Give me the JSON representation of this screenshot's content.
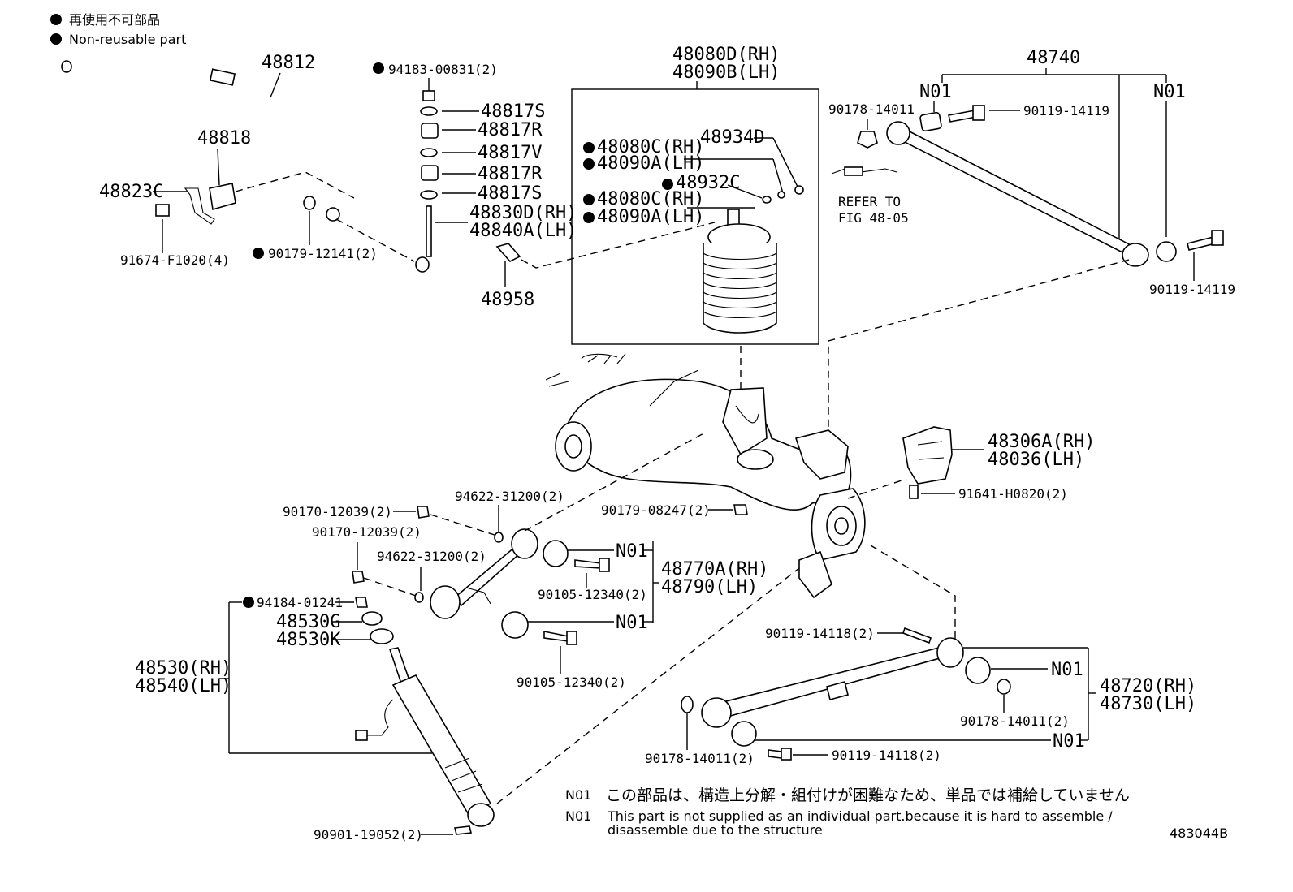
{
  "legend": {
    "jp": "再使用不可部品",
    "en": "Non-reusable part"
  },
  "labels": {
    "p48812": "48812",
    "p48818": "48818",
    "p48823C": "48823C",
    "p91674": "91674-F1020(4)",
    "p90179_12141": "90179-12141(2)",
    "p94183": "94183-00831(2)",
    "p48817S_a": "48817S",
    "p48817R_a": "48817R",
    "p48817V": "48817V",
    "p48817R_b": "48817R",
    "p48817S_b": "48817S",
    "p48830D": "48830D(RH)",
    "p48840A": "48840A(LH)",
    "p48958": "48958",
    "p48080D": "48080D(RH)",
    "p48090B": "48090B(LH)",
    "p48080C_a": "48080C(RH)",
    "p48090A_a": "48090A(LH)",
    "p48934D": "48934D",
    "p48932C": "48932C",
    "p48080C_b": "48080C(RH)",
    "p48090A_b": "48090A(LH)",
    "p48740": "48740",
    "n01_a": "N01",
    "n01_b": "N01",
    "p90178_14011_top": "90178-14011",
    "p90119_14119_a": "90119-14119",
    "p90119_14119_b": "90119-14119",
    "refer1": "REFER TO",
    "refer2": "FIG 48-05",
    "p48306A": "48306A(RH)",
    "p48036": "48036(LH)",
    "p91641": "91641-H0820(2)",
    "p90179_08247": "90179-08247(2)",
    "p94622_a": "94622-31200(2)",
    "p90170_a": "90170-12039(2)",
    "p90170_b": "90170-12039(2)",
    "p94622_b": "94622-31200(2)",
    "n01_c": "N01",
    "p48770A": "48770A(RH)",
    "p48790": "48790(LH)",
    "p90105_a": "90105-12340(2)",
    "n01_d": "N01",
    "p90105_b": "90105-12340(2)",
    "p94184": "94184-01241",
    "p48530G": "48530G",
    "p48530K": "48530K",
    "p48530": "48530(RH)",
    "p48540": "48540(LH)",
    "p90901": "90901-19052(2)",
    "p90119_14118_a": "90119-14118(2)",
    "n01_e": "N01",
    "p48720": "48720(RH)",
    "p48730": "48730(LH)",
    "p90178_14011_b": "90178-14011(2)",
    "n01_f": "N01",
    "p90178_14011_c": "90178-14011(2)",
    "p90119_14118_b": "90119-14118(2)"
  },
  "footnote": {
    "n01_label_1": "N01",
    "n01_jp": "この部品は、構造上分解・組付けが困難なため、単品では補給していません",
    "n01_label_2": "N01",
    "n01_en_1": "This part is not supplied as an individual part.because it is hard to assemble /",
    "n01_en_2": "disassemble due to the structure"
  },
  "figure_id": "483044B"
}
